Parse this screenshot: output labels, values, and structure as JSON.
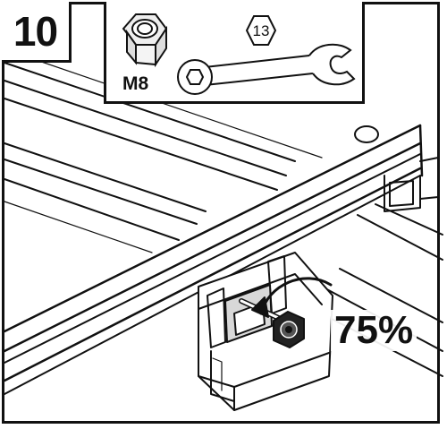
{
  "step": {
    "number": "10"
  },
  "parts": {
    "nut_label": "M8",
    "wrench_size": "13",
    "icons": [
      "lock-nut-icon",
      "combination-wrench-icon"
    ]
  },
  "torque": {
    "label": "75%"
  },
  "colors": {
    "line": "#111111",
    "background": "#ffffff",
    "shade": "#d8d8d8"
  }
}
